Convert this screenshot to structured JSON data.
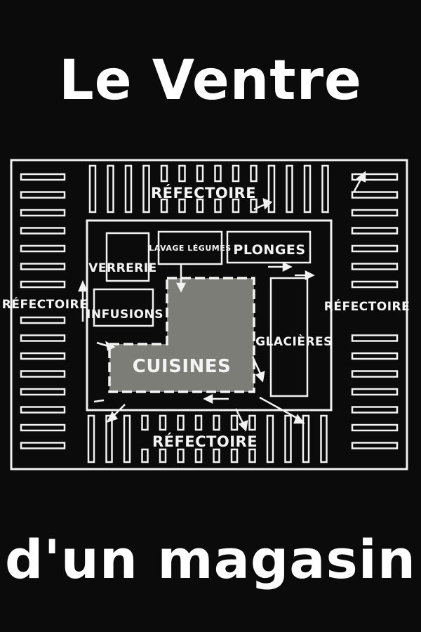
{
  "titles": {
    "top": "Le Ventre",
    "bottom": "d'un magasin"
  },
  "plan": {
    "labels": {
      "refectoire_top": "RÉFECTOIRE",
      "refectoire_bottom": "RÉFECTOIRE",
      "refectoire_left": "RÉFECTOIRE",
      "refectoire_right": "RÉFECTOIRE",
      "verrerie": "VERRERIE",
      "infusions": "INFUSIONS",
      "lavage_legumes": "LAVAGE LÉGUMES",
      "plonges": "PLONGES",
      "glacieres": "GLACIÈRES",
      "cuisines": "CUISINES"
    },
    "colors": {
      "background": "#0b0b0b",
      "chalk": "#f2f2f2",
      "kitchen_fill": "#7d7d78"
    }
  }
}
